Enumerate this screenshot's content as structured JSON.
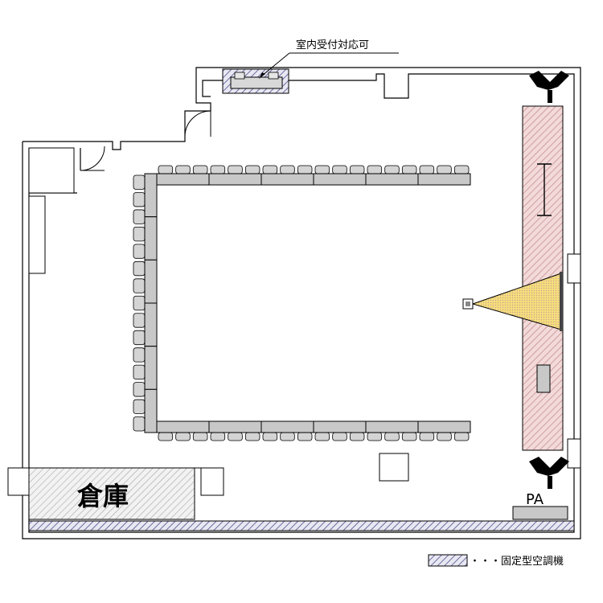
{
  "labels": {
    "reception": "室内受付対応可",
    "storage": "倉庫",
    "pa": "PA",
    "legend": "・・・固定型空調機"
  },
  "colors": {
    "line": "#000000",
    "hvac_hatch": "#7a7aa8",
    "stage_hatch": "#c08080",
    "stage_fill": "#f2d9d9",
    "storage_hatch": "#8a8a8a",
    "table_fill": "#c8c8c8",
    "chair_fill": "#d4d4d4",
    "projection_fill": "#f7e98a",
    "screen_dot": "#d8b4b4"
  },
  "layout_counts": {
    "top_tables": 6,
    "bottom_tables": 6,
    "side_tables": 6,
    "top_chairs": 18,
    "bottom_chairs": 18,
    "side_chairs": 15
  }
}
